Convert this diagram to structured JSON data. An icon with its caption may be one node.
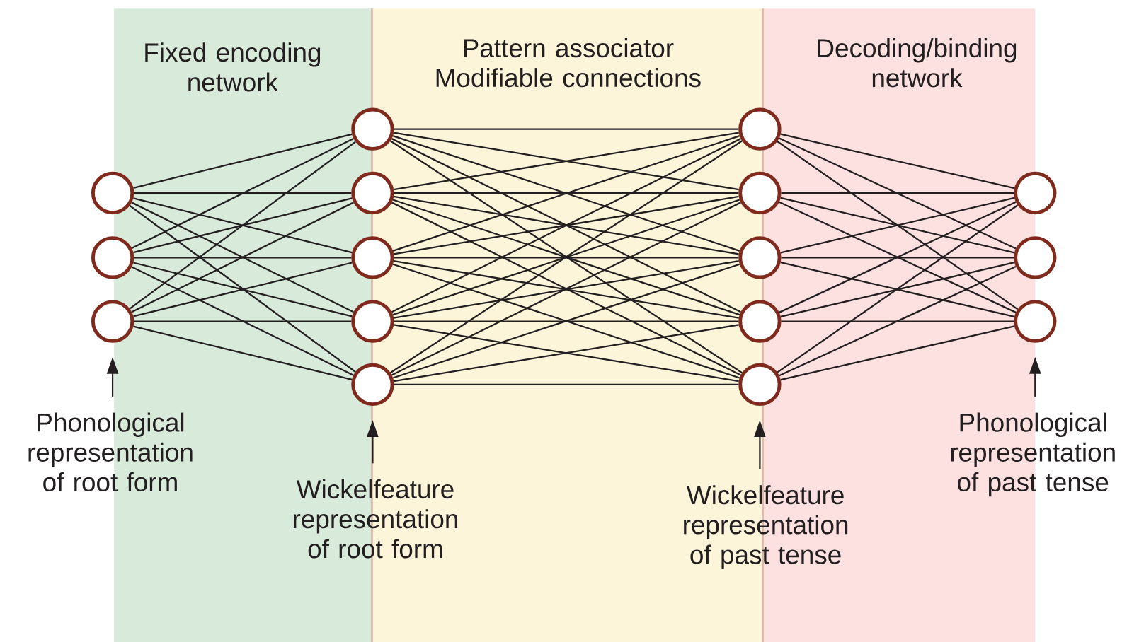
{
  "diagram": {
    "nodes": [
      {
        "text": [],
        "shape": "circle"
      },
      {
        "text": [],
        "shape": "circle"
      },
      {
        "text": [],
        "shape": "circle"
      },
      {
        "text": [],
        "shape": "circle"
      },
      {
        "text": [],
        "shape": "circle"
      },
      {
        "text": [],
        "shape": "circle"
      },
      {
        "text": [],
        "shape": "circle"
      },
      {
        "text": [],
        "shape": "circle"
      },
      {
        "text": [],
        "shape": "circle"
      },
      {
        "text": [],
        "shape": "circle"
      },
      {
        "text": [],
        "shape": "circle"
      },
      {
        "text": [],
        "shape": "circle"
      },
      {
        "text": [],
        "shape": "circle"
      },
      {
        "text": [],
        "shape": "circle"
      },
      {
        "text": [],
        "shape": "circle"
      },
      {
        "text": [],
        "shape": "circle"
      },
      {
        "text": [
          "Phonological representation of root form"
        ]
      },
      {
        "text": [
          "Wickelfeature representation of root form"
        ]
      },
      {
        "text": [
          "Wickelfeature representation of past tense"
        ]
      },
      {
        "text": [
          "Phonological representation of past tense"
        ]
      }
    ],
    "edges": [
      {
        "from": 0,
        "to": 3,
        "arrow": "none"
      },
      {
        "from": 0,
        "to": 4,
        "arrow": "none"
      },
      {
        "from": 0,
        "to": 5,
        "arrow": "none"
      },
      {
        "from": 0,
        "to": 6,
        "arrow": "none"
      },
      {
        "from": 0,
        "to": 7,
        "arrow": "none"
      },
      {
        "from": 1,
        "to": 3,
        "arrow": "none"
      },
      {
        "from": 1,
        "to": 4,
        "arrow": "none"
      },
      {
        "from": 1,
        "to": 5,
        "arrow": "none"
      },
      {
        "from": 1,
        "to": 6,
        "arrow": "none"
      },
      {
        "from": 1,
        "to": 7,
        "arrow": "none"
      },
      {
        "from": 2,
        "to": 3,
        "arrow": "none"
      },
      {
        "from": 2,
        "to": 4,
        "arrow": "none"
      },
      {
        "from": 2,
        "to": 5,
        "arrow": "none"
      },
      {
        "from": 2,
        "to": 6,
        "arrow": "none"
      },
      {
        "from": 2,
        "to": 7,
        "arrow": "none"
      },
      {
        "from": 3,
        "to": 8,
        "arrow": "none"
      },
      {
        "from": 3,
        "to": 9,
        "arrow": "none"
      },
      {
        "from": 3,
        "to": 10,
        "arrow": "none"
      },
      {
        "from": 3,
        "to": 11,
        "arrow": "none"
      },
      {
        "from": 3,
        "to": 12,
        "arrow": "none"
      },
      {
        "from": 4,
        "to": 8,
        "arrow": "none"
      },
      {
        "from": 4,
        "to": 9,
        "arrow": "none"
      },
      {
        "from": 4,
        "to": 10,
        "arrow": "none"
      },
      {
        "from": 4,
        "to": 11,
        "arrow": "none"
      },
      {
        "from": 4,
        "to": 12,
        "arrow": "none"
      },
      {
        "from": 5,
        "to": 8,
        "arrow": "none"
      },
      {
        "from": 5,
        "to": 9,
        "arrow": "none"
      },
      {
        "from": 5,
        "to": 10,
        "arrow": "none"
      },
      {
        "from": 5,
        "to": 11,
        "arrow": "none"
      },
      {
        "from": 5,
        "to": 12,
        "arrow": "none"
      },
      {
        "from": 6,
        "to": 8,
        "arrow": "none"
      },
      {
        "from": 6,
        "to": 9,
        "arrow": "none"
      },
      {
        "from": 6,
        "to": 10,
        "arrow": "none"
      },
      {
        "from": 6,
        "to": 11,
        "arrow": "none"
      },
      {
        "from": 6,
        "to": 12,
        "arrow": "none"
      },
      {
        "from": 7,
        "to": 8,
        "arrow": "none"
      },
      {
        "from": 7,
        "to": 9,
        "arrow": "none"
      },
      {
        "from": 7,
        "to": 10,
        "arrow": "none"
      },
      {
        "from": 7,
        "to": 11,
        "arrow": "none"
      },
      {
        "from": 7,
        "to": 12,
        "arrow": "none"
      },
      {
        "from": 8,
        "to": 13,
        "arrow": "none"
      },
      {
        "from": 8,
        "to": 14,
        "arrow": "none"
      },
      {
        "from": 8,
        "to": 15,
        "arrow": "none"
      },
      {
        "from": 9,
        "to": 13,
        "arrow": "none"
      },
      {
        "from": 9,
        "to": 14,
        "arrow": "none"
      },
      {
        "from": 9,
        "to": 15,
        "arrow": "none"
      },
      {
        "from": 10,
        "to": 13,
        "arrow": "none"
      },
      {
        "from": 10,
        "to": 14,
        "arrow": "none"
      },
      {
        "from": 10,
        "to": 15,
        "arrow": "none"
      },
      {
        "from": 11,
        "to": 13,
        "arrow": "none"
      },
      {
        "from": 11,
        "to": 14,
        "arrow": "none"
      },
      {
        "from": 11,
        "to": 15,
        "arrow": "none"
      },
      {
        "from": 12,
        "to": 13,
        "arrow": "none"
      },
      {
        "from": 12,
        "to": 14,
        "arrow": "none"
      },
      {
        "from": 12,
        "to": 15,
        "arrow": "none"
      },
      {
        "from": 16,
        "to": 2,
        "arrow": "to"
      },
      {
        "from": 17,
        "to": 7,
        "arrow": "to"
      },
      {
        "from": 18,
        "to": 12,
        "arrow": "to"
      },
      {
        "from": 19,
        "to": 15,
        "arrow": "to"
      }
    ],
    "labels": [
      "Fixed encoding network",
      "Pattern associator",
      "Modifiable connections",
      "Decoding/binding network"
    ]
  }
}
